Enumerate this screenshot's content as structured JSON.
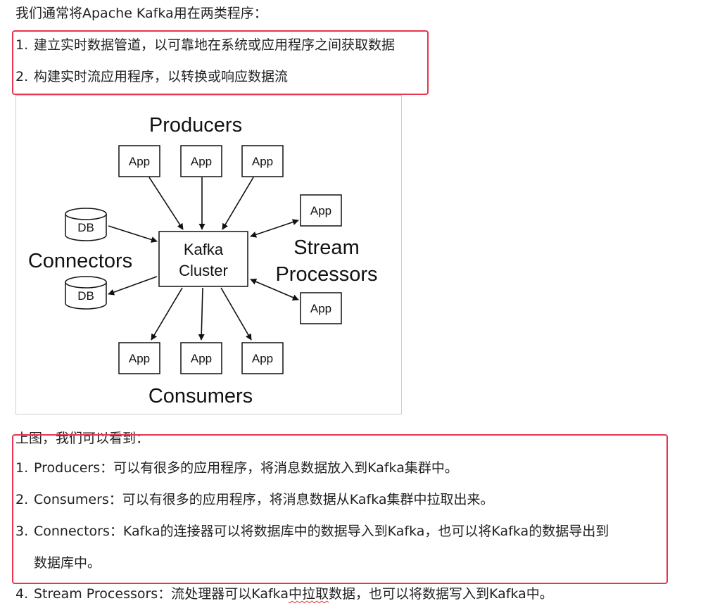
{
  "intro": "我们通常将Apache Kafka用在两类程序：",
  "uses": [
    {
      "num": "1.",
      "text": "建立实时数据管道，以可靠地在系统或应用程序之间获取数据"
    },
    {
      "num": "2.",
      "text": "构建实时流应用程序，以转换或响应数据流"
    }
  ],
  "diagram": {
    "producers_title": "Producers",
    "consumers_title": "Consumers",
    "connectors_title": "Connectors",
    "stream_title_line1": "Stream",
    "stream_title_line2": "Processors",
    "cluster_line1": "Kafka",
    "cluster_line2": "Cluster",
    "app_label": "App",
    "db_label": "DB"
  },
  "summary_intro": "上图，我们可以看到：",
  "points": [
    {
      "num": "1.",
      "text": "Producers：可以有很多的应用程序，将消息数据放入到Kafka集群中。"
    },
    {
      "num": "2.",
      "text": "Consumers：可以有很多的应用程序，将消息数据从Kafka集群中拉取出来。"
    },
    {
      "num": "3.",
      "text": "Connectors：Kafka的连接器可以将数据库中的数据导入到Kafka，也可以将Kafka的数据导出到"
    },
    {
      "num": "",
      "text": "数据库中。"
    }
  ],
  "last_point": {
    "num": "4.",
    "text_before": "Stream Processors：流处理器可以Kafka",
    "text_marked": "中拉取",
    "text_after": "数据，也可以将数据写入到Kafka中。"
  },
  "colors": {
    "highlight_border": "#e8344e",
    "spellcheck": "#e03030"
  }
}
